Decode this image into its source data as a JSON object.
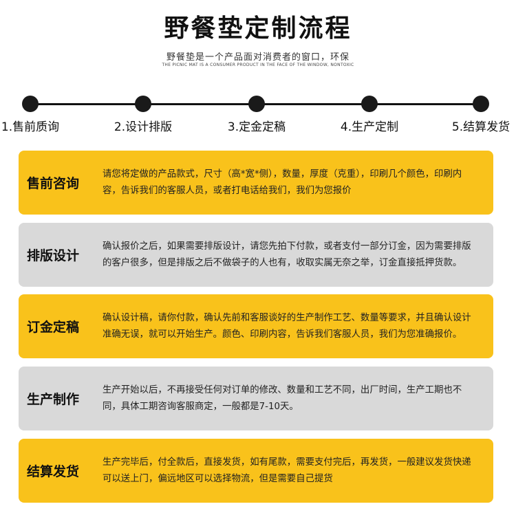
{
  "header": {
    "title": "野餐垫定制流程",
    "subtitle": "野餐垫是一个产品面对消费者的窗口，环保",
    "subtitle_en": "THE PICNIC MAT IS A CONSUMER PRODUCT IN THE FACE OF THE WINDOW, NONTOXIC"
  },
  "steps": [
    {
      "label": "1.售前质询"
    },
    {
      "label": "2.设计排版"
    },
    {
      "label": "3.定金定稿"
    },
    {
      "label": "4.生产定制"
    },
    {
      "label": "5.结算发货"
    }
  ],
  "cards": [
    {
      "heading": "售前咨询",
      "text": "请您将定做的产品款式，尺寸（高*宽*侧），数量，厚度（克重），印刷几个颜色，印刷内容，告诉我们的客服人员，或者打电话给我们，我们为您报价",
      "color": "#f9c21b"
    },
    {
      "heading": "排版设计",
      "text": "确认报价之后，如果需要排版设计，请您先拍下付款，或者支付一部分订金，因为需要排版的客户很多，但是排版之后不做袋子的人也有，收取实属无奈之举，订金直接抵押货款。",
      "color": "#d9d9d9"
    },
    {
      "heading": "订金定稿",
      "text": "确认设计稿，请你付款，确认先前和客服谈好的生产制作工艺、数量等要求，并且确认设计准确无误，就可以开始生产。颜色、印刷内容，告诉我们客服人员，我们为您准确报价。",
      "color": "#f9c21b"
    },
    {
      "heading": "生产制作",
      "text": "生产开始以后，不再接受任何对订单的修改、数量和工艺不同，出厂时间，生产工期也不同，具体工期咨询客服商定，一般都是7-10天。",
      "color": "#d9d9d9"
    },
    {
      "heading": "结算发货",
      "text": "生产完毕后，付全款后，直接发货，如有尾款，需要支付完后，再发货，一般建议发货快递可以送上门，偏远地区可以选择物流，但是需要自己提货",
      "color": "#f9c21b"
    }
  ]
}
